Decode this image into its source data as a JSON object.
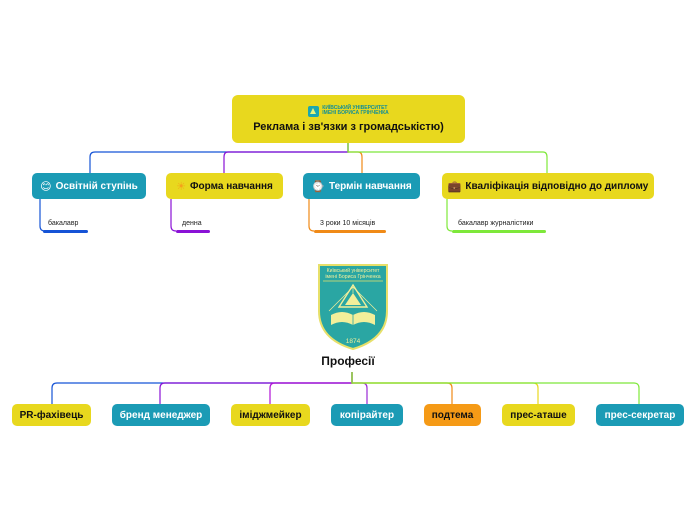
{
  "root": {
    "logo_line1": "КИЇВСЬКИЙ УНІВЕРСИТЕТ",
    "logo_line2": "ІМЕНІ БОРИСА ГРІНЧЕНКА",
    "title": "Реклама і зв'язки з  громадськістю)"
  },
  "branches": [
    {
      "label": "Освітній ступінь",
      "icon": "smile-emoji-icon",
      "icon_glyph": "😊",
      "leaf": "бакалавр",
      "color": "#1553d6"
    },
    {
      "label": "Форма навчання",
      "icon": "sun-emoji-icon",
      "icon_glyph": "☀",
      "leaf": "денна",
      "color": "#8a12d6"
    },
    {
      "label": "Термін навчання",
      "icon": "watch-emoji-icon",
      "icon_glyph": "⌚",
      "leaf": "3 роки 10 місяців",
      "color": "#f08a17"
    },
    {
      "label": "Кваліфікація відповідно до диплому",
      "icon": "briefcase-emoji-icon",
      "icon_glyph": "💼",
      "leaf": "бакалавр журналістики",
      "color": "#7ee83a"
    }
  ],
  "center": {
    "emblem_line1": "Київський університет",
    "emblem_line2": "імені Бориса Грінченка",
    "emblem_year": "1874",
    "title": "Професії"
  },
  "professions": [
    {
      "label": "PR-фахівець",
      "color": "#1553d6"
    },
    {
      "label": "бренд менеджер",
      "color": "#8a12d6"
    },
    {
      "label": "іміджмейкер",
      "color": "#b012d6"
    },
    {
      "label": "копірайтер",
      "color": "#9a2ad6"
    },
    {
      "label": "подтема",
      "color": "#f08a17"
    },
    {
      "label": "прес-аташе",
      "color": "#e8d81e"
    },
    {
      "label": "прес-секретар",
      "color": "#7ee83a"
    }
  ]
}
